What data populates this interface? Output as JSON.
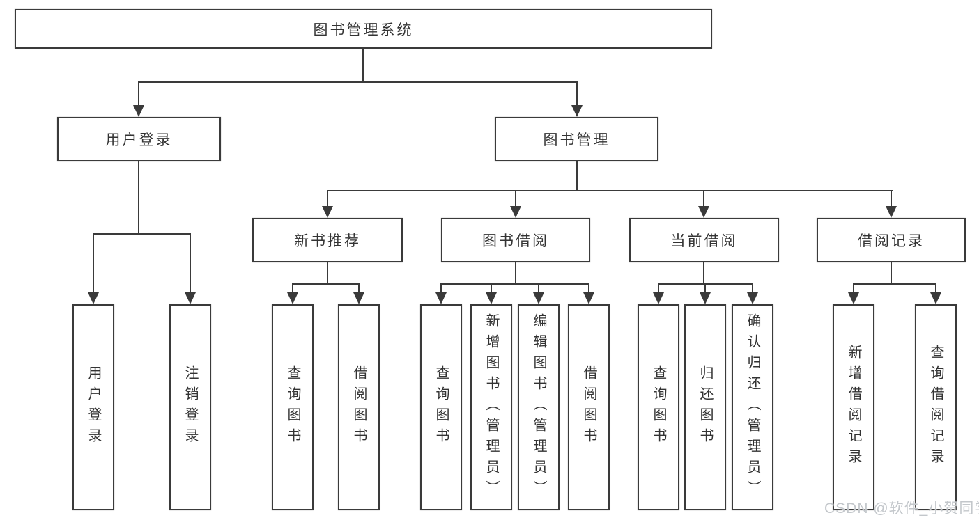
{
  "diagram_title": "图书管理系统",
  "nodes": {
    "root": {
      "label": "图书管理系统"
    },
    "level2": [
      {
        "label": "用户登录"
      },
      {
        "label": "图书管理"
      }
    ],
    "level3": [
      {
        "label": "新书推荐",
        "parent": "图书管理"
      },
      {
        "label": "图书借阅",
        "parent": "图书管理"
      },
      {
        "label": "当前借阅",
        "parent": "图书管理"
      },
      {
        "label": "借阅记录",
        "parent": "图书管理"
      }
    ],
    "leaves": [
      {
        "label": "用户登录",
        "parent": "用户登录"
      },
      {
        "label": "注销登录",
        "parent": "用户登录"
      },
      {
        "label": "查询图书",
        "parent": "新书推荐"
      },
      {
        "label": "借阅图书",
        "parent": "新书推荐"
      },
      {
        "label": "查询图书",
        "parent": "图书借阅"
      },
      {
        "label": "新增图书（管理员）",
        "parent": "图书借阅"
      },
      {
        "label": "编辑图书（管理员）",
        "parent": "图书借阅"
      },
      {
        "label": "借阅图书",
        "parent": "图书借阅"
      },
      {
        "label": "查询图书",
        "parent": "当前借阅"
      },
      {
        "label": "归还图书",
        "parent": "当前借阅"
      },
      {
        "label": "确认归还（管理员）",
        "parent": "当前借阅"
      },
      {
        "label": "新增借阅记录",
        "parent": "借阅记录"
      },
      {
        "label": "查询借阅记录",
        "parent": "借阅记录"
      }
    ]
  },
  "watermark": "CSDN @软件_小贺同学",
  "colors": {
    "line": "#3a3a3a",
    "text": "#333333",
    "watermark": "#c3c7cb",
    "background": "#ffffff"
  }
}
